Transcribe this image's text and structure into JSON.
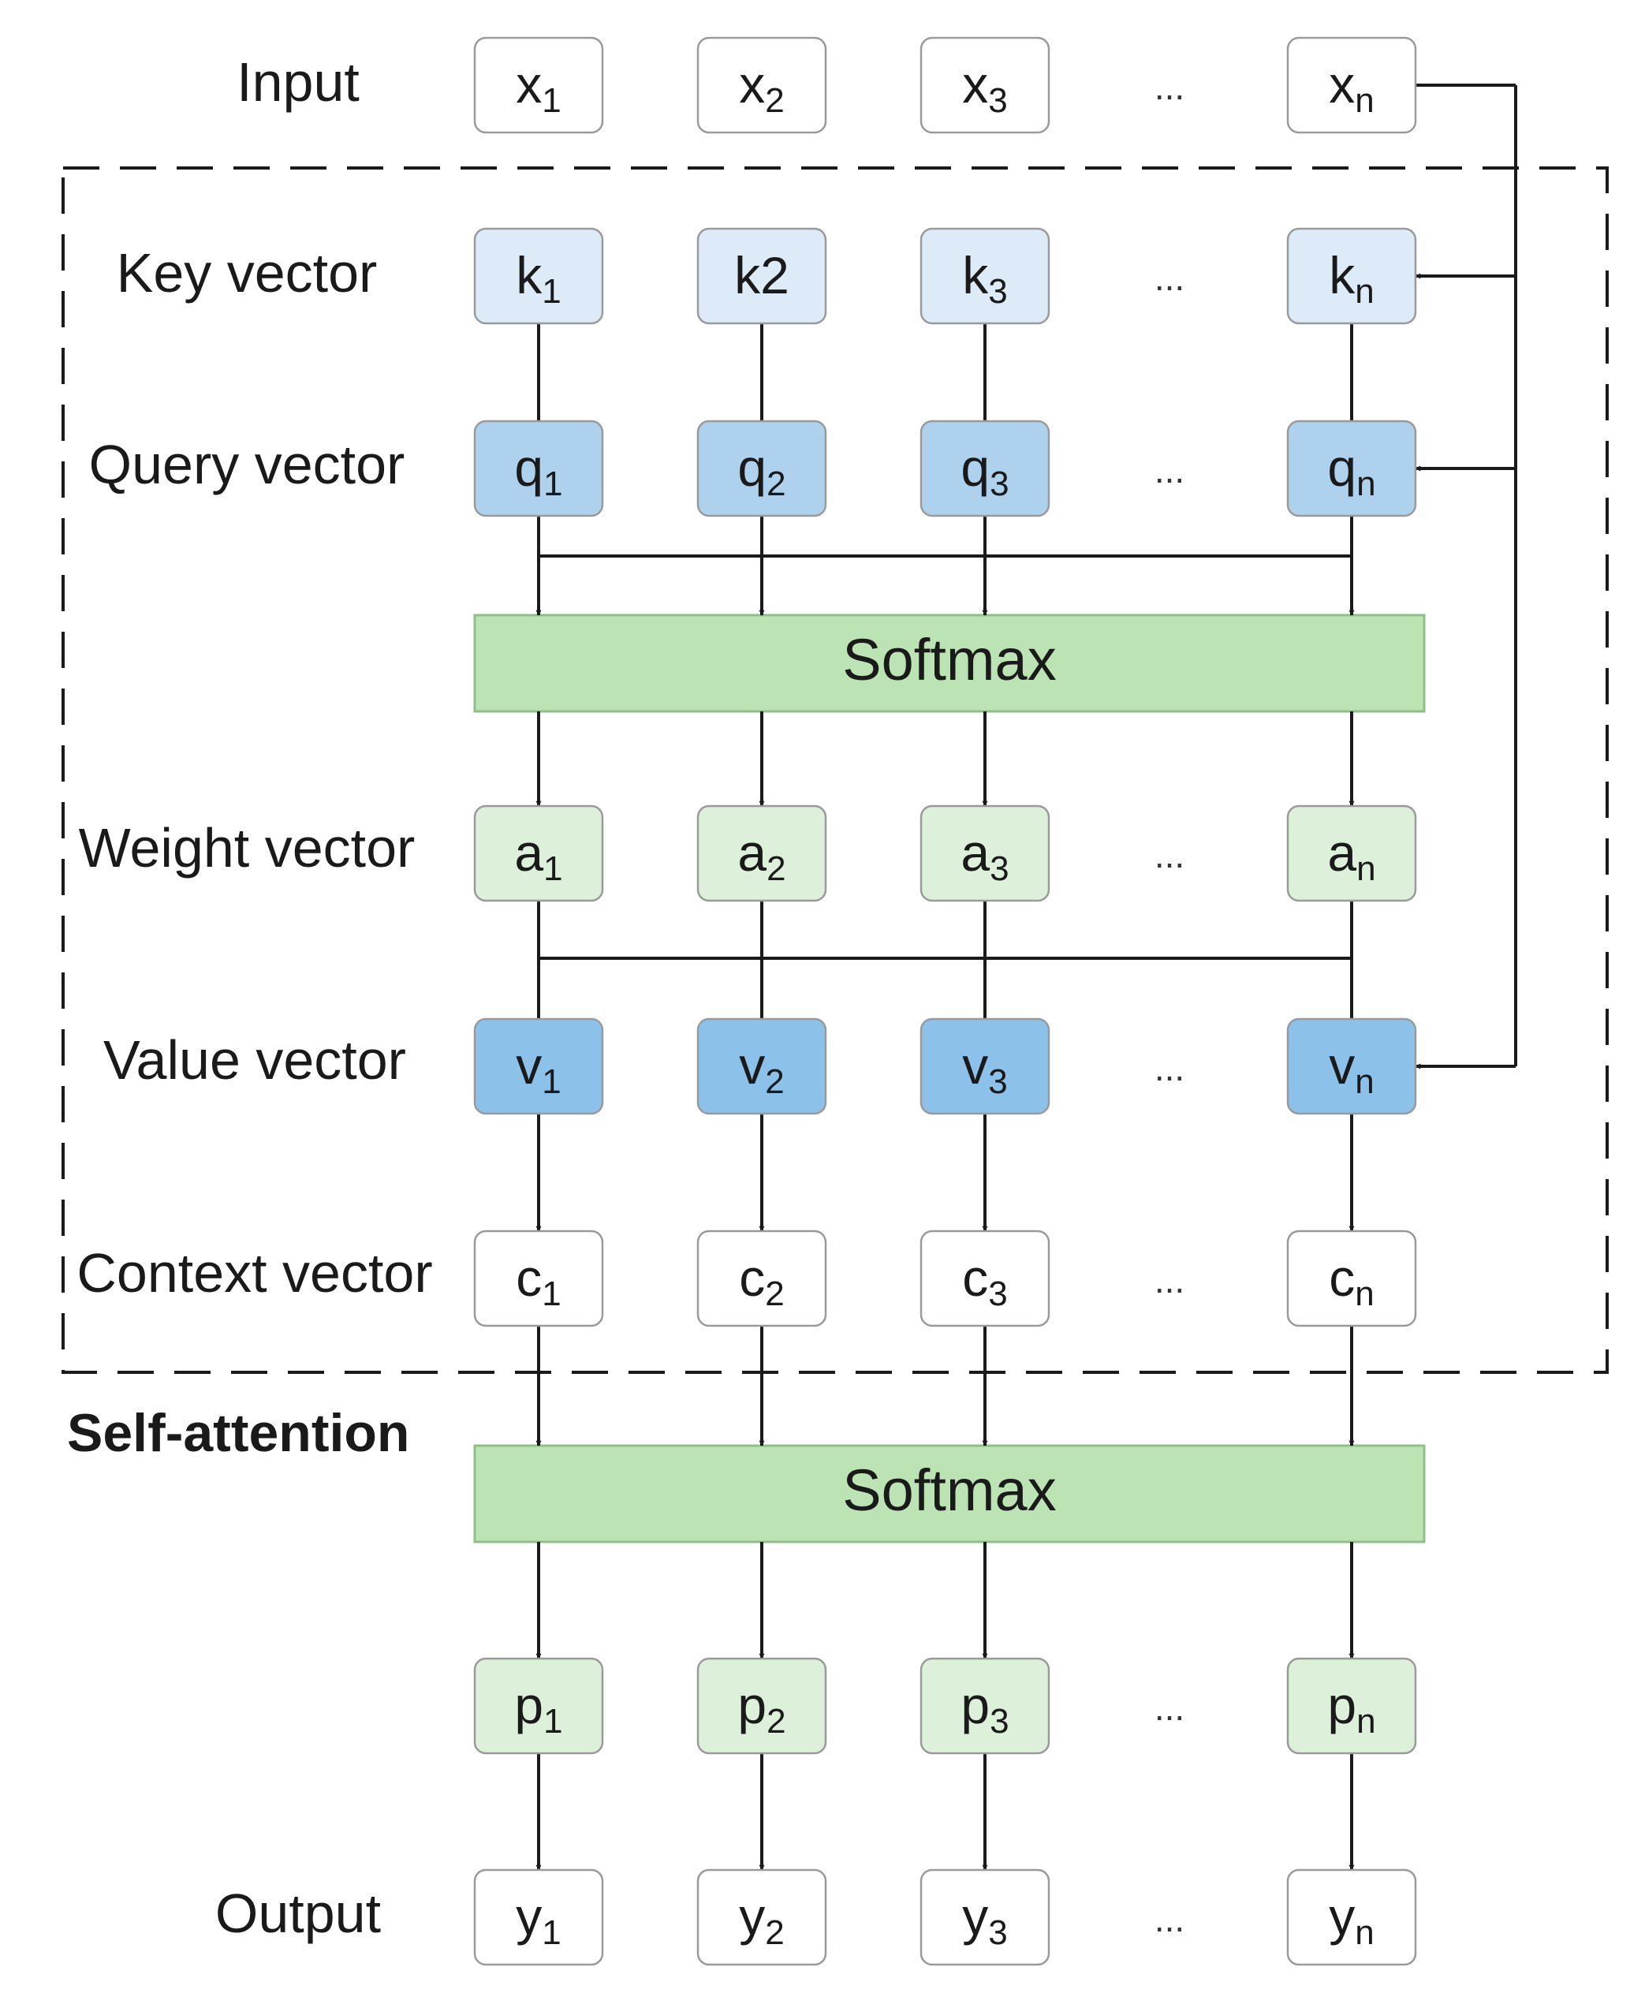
{
  "labels": {
    "input": "Input",
    "key": "Key vector",
    "query": "Query vector",
    "weight": "Weight vector",
    "value": "Value vector",
    "context": "Context vector",
    "self_attention": "Self-attention",
    "output": "Output"
  },
  "softmax": [
    "Softmax",
    "Softmax"
  ],
  "ellipsis": "...",
  "rows": [
    {
      "id": "input",
      "fill": "#ffffff",
      "cells": [
        [
          "x",
          "1"
        ],
        [
          "x",
          "2"
        ],
        [
          "x",
          "3"
        ],
        [
          "x",
          "n"
        ]
      ]
    },
    {
      "id": "key",
      "fill": "#dcebf7",
      "cells": [
        [
          "k",
          "1"
        ],
        [
          "k2",
          ""
        ],
        [
          "k",
          "3"
        ],
        [
          "k",
          "n"
        ]
      ]
    },
    {
      "id": "query",
      "fill": "#aed1ee",
      "cells": [
        [
          "q",
          "1"
        ],
        [
          "q",
          "2"
        ],
        [
          "q",
          "3"
        ],
        [
          "q",
          "n"
        ]
      ]
    },
    {
      "id": "weight",
      "fill": "#ddf0da",
      "cells": [
        [
          "a",
          "1"
        ],
        [
          "a",
          "2"
        ],
        [
          "a",
          "3"
        ],
        [
          "a",
          "n"
        ]
      ]
    },
    {
      "id": "value",
      "fill": "#8cc2ea",
      "cells": [
        [
          "v",
          "1"
        ],
        [
          "v",
          "2"
        ],
        [
          "v",
          "3"
        ],
        [
          "v",
          "n"
        ]
      ]
    },
    {
      "id": "context",
      "fill": "#ffffff",
      "cells": [
        [
          "c",
          "1"
        ],
        [
          "c",
          "2"
        ],
        [
          "c",
          "3"
        ],
        [
          "c",
          "n"
        ]
      ]
    },
    {
      "id": "p",
      "fill": "#ddf0da",
      "cells": [
        [
          "p",
          "1"
        ],
        [
          "p",
          "2"
        ],
        [
          "p",
          "3"
        ],
        [
          "p",
          "n"
        ]
      ]
    },
    {
      "id": "output",
      "fill": "#ffffff",
      "cells": [
        [
          "y",
          "1"
        ],
        [
          "y",
          "2"
        ],
        [
          "y",
          "3"
        ],
        [
          "y",
          "n"
        ]
      ]
    }
  ],
  "colors": {
    "softmax_fill": "#bce3b3",
    "softmax_stroke": "#8fbf86",
    "cell_stroke": "#9a9a9a",
    "line": "#1a1a1a"
  }
}
